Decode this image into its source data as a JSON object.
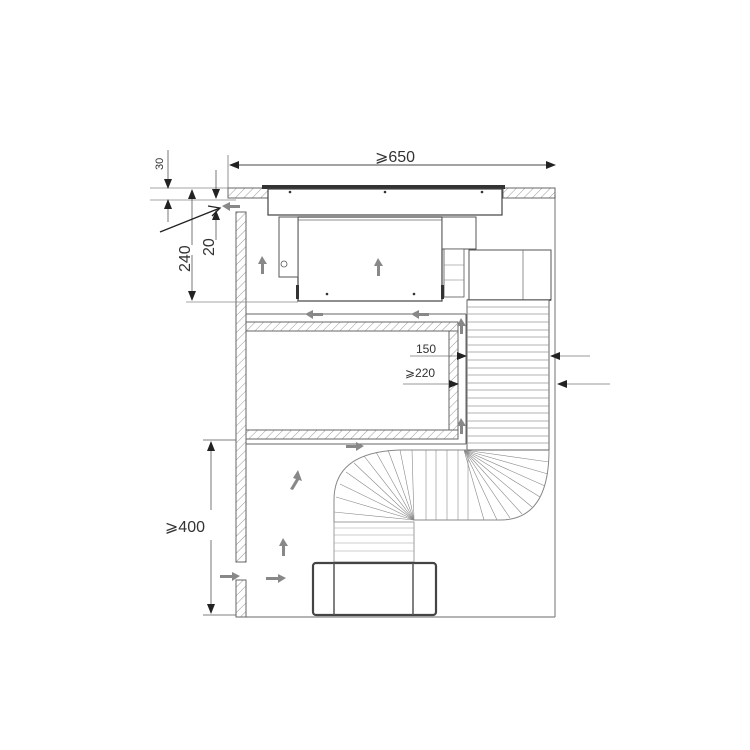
{
  "diagram": {
    "type": "installation-drawing",
    "subject": "downdraft extractor cabinet installation with air recirculation",
    "dimensions": {
      "overall_width": "⩾650",
      "top_gap": "30",
      "cutout_depth": "240",
      "front_gap": "20",
      "duct_width": "150",
      "duct_clearance": "⩾220",
      "plinth_height": "⩾400"
    },
    "colors": {
      "line": "#333333",
      "light_line": "#777777",
      "arrow_fill": "#888888",
      "hatch": "#999999"
    },
    "airflow_arrows": [
      {
        "id": "worktop-front-inlet",
        "direction": "left"
      },
      {
        "id": "left-cavity-up",
        "direction": "up"
      },
      {
        "id": "motor-up",
        "direction": "up"
      },
      {
        "id": "shelf-top-left-1",
        "direction": "left"
      },
      {
        "id": "shelf-top-left-2",
        "direction": "left"
      },
      {
        "id": "right-gap-up-1",
        "direction": "up"
      },
      {
        "id": "right-gap-up-2",
        "direction": "up"
      },
      {
        "id": "lower-right",
        "direction": "right"
      },
      {
        "id": "lower-diagonal",
        "direction": "up-right"
      },
      {
        "id": "lower-up",
        "direction": "up"
      },
      {
        "id": "plinth-inlet",
        "direction": "right"
      },
      {
        "id": "plinth-inner",
        "direction": "right"
      }
    ]
  }
}
